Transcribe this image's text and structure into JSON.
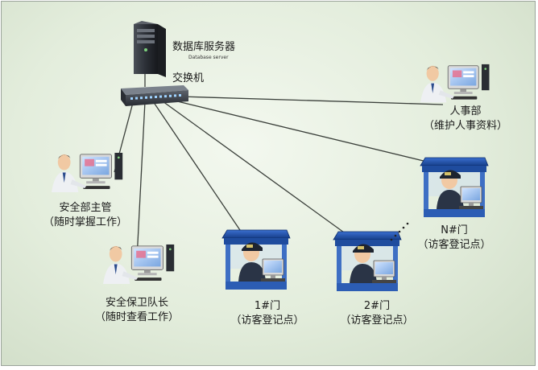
{
  "server": {
    "title": "数据库服务器",
    "subtitle": "Database server"
  },
  "switch": {
    "label": "交换机"
  },
  "nodes": {
    "hr": {
      "line1": "人事部",
      "line2": "（维护人事资料）"
    },
    "security_head": {
      "line1": "安全部主管",
      "line2": "（随时掌握工作）"
    },
    "guard_captain": {
      "line1": "安全保卫队长",
      "line2": "（随时查看工作）"
    },
    "gate1": {
      "line1": "1#门",
      "line2": "（访客登记点）"
    },
    "gate2": {
      "line1": "2#门",
      "line2": "（访客登记点）"
    },
    "gateN": {
      "line1": "N#门",
      "line2": "（访客登记点）"
    }
  },
  "colors": {
    "cable": "#3a3f3a",
    "booth_roof": "#2455a8",
    "booth_frame": "#3e6fc4",
    "monitor": "#3b7fd6",
    "bg": "#e3eddc"
  }
}
